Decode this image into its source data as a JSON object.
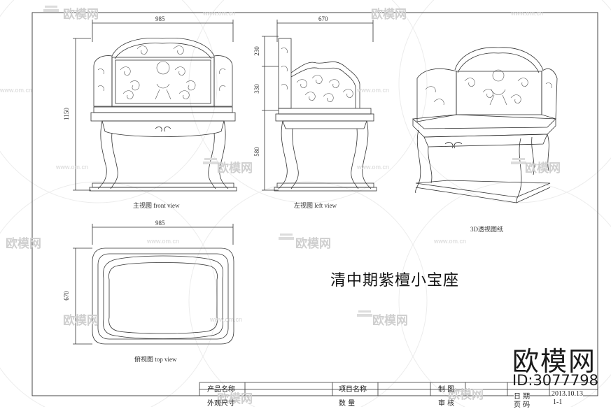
{
  "drawing": {
    "title": "清中期紫檀小宝座",
    "views": {
      "front": {
        "caption": "主视图  front view",
        "width_dim": "985",
        "height_dim": "1150"
      },
      "left": {
        "caption": "左视图  left view",
        "depth_dim": "670",
        "seg1_dim": "230",
        "seg2_dim": "330",
        "seg3_dim": "580"
      },
      "iso": {
        "caption": "3D透视图纸"
      },
      "top": {
        "caption": "俯视图  top view",
        "width_dim": "985",
        "depth_dim": "670"
      }
    }
  },
  "title_block": {
    "product_name_label": "产品名称",
    "outer_size_label": "外观尺寸",
    "project_name_label": "项目名称",
    "quantity_label": "数  量",
    "maker_label": "制  图",
    "reviewer_label": "审  核",
    "date_label": "日  期",
    "date_value": "2013.10.13",
    "page_label": "页  码",
    "page_value": "1-1"
  },
  "watermark": {
    "brand": "欧模网",
    "site": "www.om.cn",
    "id": "ID:3077798"
  }
}
